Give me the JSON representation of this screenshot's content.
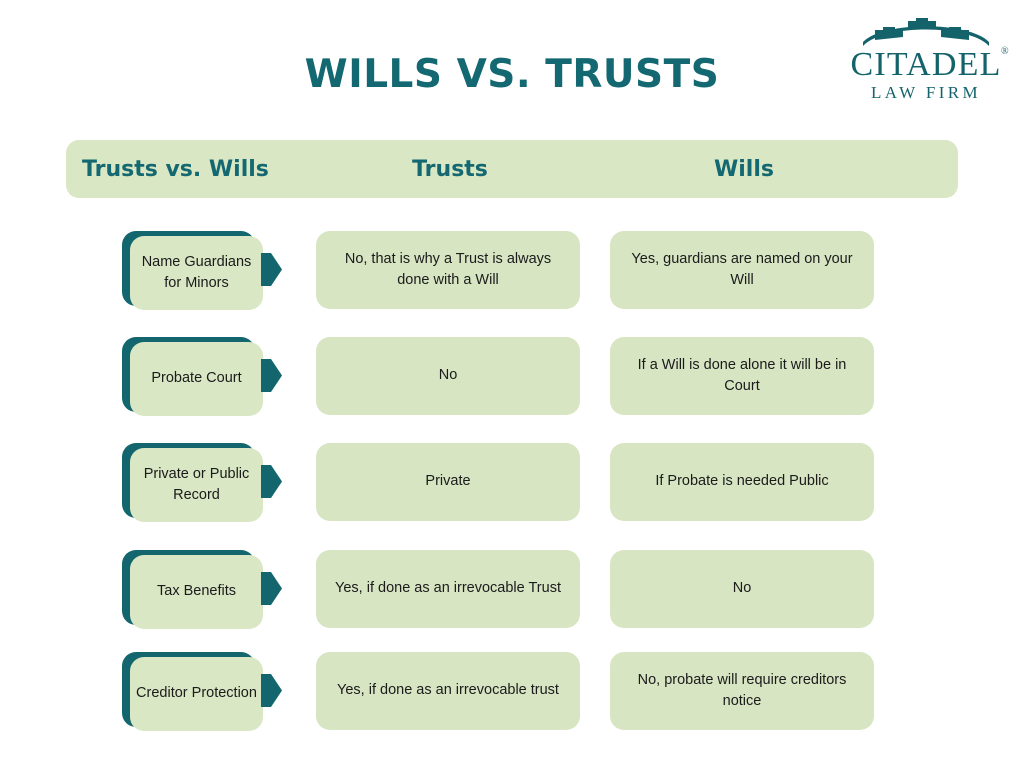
{
  "page": {
    "title": "WILLS VS. TRUSTS",
    "background": "#FFFFFF"
  },
  "colors": {
    "teal": "#14666E",
    "teal_text": "#146871",
    "light_green": "#D9E7C4",
    "cell_green": "#D7E5C3",
    "body_text": "#1B1B1B"
  },
  "logo": {
    "name": "CITADEL",
    "tagline": "LAW FIRM",
    "registered_mark": "®",
    "icon": "castle-crown-icon",
    "merlon_count": 5
  },
  "table": {
    "headers": [
      "Trusts vs. Wills",
      "Trusts",
      "Wills"
    ],
    "rows": [
      {
        "label": "Name Guardians for Minors",
        "trusts": "No, that is why a Trust is always done with a Will",
        "wills": "Yes, guardians are named on your Will"
      },
      {
        "label": "Probate Court",
        "trusts": "No",
        "wills": "If a Will is done alone it will be in Court"
      },
      {
        "label": "Private or Public Record",
        "trusts": "Private",
        "wills": "If Probate is needed Public"
      },
      {
        "label": "Tax Benefits",
        "trusts": "Yes, if done as an irrevocable Trust",
        "wills": "No"
      },
      {
        "label": "Creditor Protection",
        "trusts": "Yes, if done as an irrevocable trust",
        "wills": "No, probate will require creditors notice"
      }
    ]
  }
}
